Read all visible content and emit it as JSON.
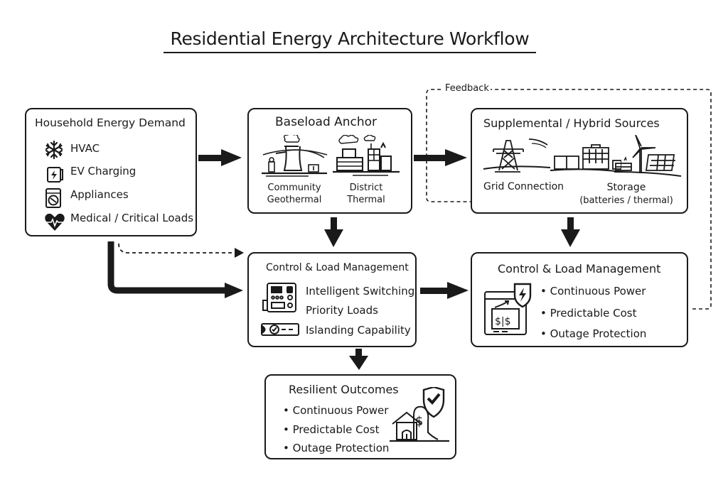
{
  "title": "Residential Energy Architecture Workflow",
  "feedback_label": "Feedback",
  "demand": {
    "title": "Household Energy Demand",
    "items": [
      {
        "label": "HVAC",
        "icon": "snowflake-icon"
      },
      {
        "label": "EV Charging",
        "icon": "ev-charger-icon"
      },
      {
        "label": "Appliances",
        "icon": "washing-machine-icon"
      },
      {
        "label": "Medical / Critical Loads",
        "icon": "heart-pulse-icon"
      }
    ]
  },
  "baseload": {
    "title": "Baseload Anchor",
    "sources": [
      {
        "label_line1": "Community",
        "label_line2": "Geothermal",
        "icon": "geothermal-plant-icon"
      },
      {
        "label_line1": "District",
        "label_line2": "Thermal",
        "icon": "district-thermal-plant-icon"
      }
    ]
  },
  "supplemental": {
    "title": "Supplemental / Hybrid Sources",
    "grid_label": "Grid Connection",
    "storage_label_line1": "Storage",
    "storage_label_line2": "(batteries / thermal)"
  },
  "control_left": {
    "title": "Control & Load Management",
    "items": [
      "Intelligent Switching",
      "Priority Loads",
      "Islanding Capability"
    ]
  },
  "control_right": {
    "title": "Control & Load Management",
    "items": [
      "• Continuous Power",
      "• Predictable Cost",
      "• Outage Protection"
    ]
  },
  "outcomes": {
    "title": "Resilient Outcomes",
    "items": [
      "• Continuous Power",
      "• Predictable Cost",
      "• Outage Protection"
    ]
  }
}
